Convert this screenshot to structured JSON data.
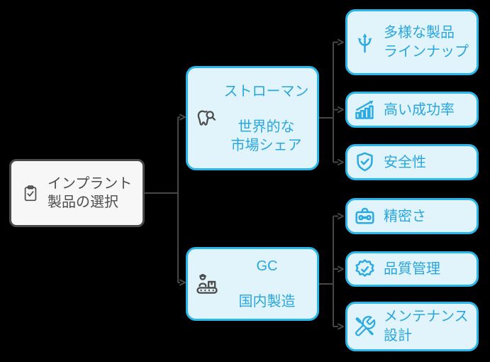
{
  "diagram": {
    "type": "flowchart-left-to-right",
    "background": "#000000"
  },
  "colors": {
    "accent_border": "#29b6e8",
    "accent_fill": "#e1f4fc",
    "accent_text": "#2aa6df",
    "neutral_border": "#4a4a4a",
    "neutral_fill": "#f7f7f7",
    "neutral_text": "#4d4d4d",
    "connector": "#474747"
  },
  "nodes": {
    "root": {
      "lines": [
        "インプラント",
        "製品の選択"
      ],
      "icon": "clipboard-check-icon"
    },
    "straumann": {
      "title": "ストローマン",
      "subtitle_lines": [
        "世界的な",
        "市場シェア"
      ],
      "icon": "tooth-magnifier-icon"
    },
    "gc": {
      "title": "GC",
      "subtitle_lines": [
        "国内製造"
      ],
      "icon": "factory-worker-icon"
    },
    "lineup": {
      "lines": [
        "多様な製品",
        "ラインナップ"
      ],
      "icon": "diverging-arrows-icon"
    },
    "success_rate": {
      "lines": [
        "高い成功率"
      ],
      "icon": "growth-chart-icon"
    },
    "safety": {
      "lines": [
        "安全性"
      ],
      "icon": "shield-check-icon"
    },
    "precision": {
      "lines": [
        "精密さ"
      ],
      "icon": "toolbox-wrench-icon"
    },
    "quality_control": {
      "lines": [
        "品質管理"
      ],
      "icon": "quality-badge-icon"
    },
    "maintenance_design": {
      "lines": [
        "メンテナンス",
        "設計"
      ],
      "icon": "crossed-tools-icon"
    }
  },
  "edges": [
    {
      "from": "root",
      "to": "straumann"
    },
    {
      "from": "root",
      "to": "gc"
    },
    {
      "from": "straumann",
      "to": "lineup"
    },
    {
      "from": "straumann",
      "to": "success_rate"
    },
    {
      "from": "straumann",
      "to": "safety"
    },
    {
      "from": "gc",
      "to": "precision"
    },
    {
      "from": "gc",
      "to": "quality_control"
    },
    {
      "from": "gc",
      "to": "maintenance_design"
    }
  ]
}
